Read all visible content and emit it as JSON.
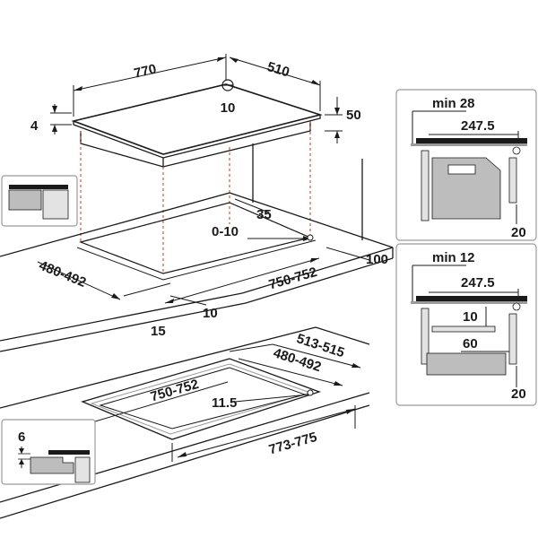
{
  "labels": {
    "top_width": "770",
    "top_depth": "510",
    "corner_radius": "10",
    "glass_thickness": "4",
    "total_height": "50",
    "edge_offset": "35",
    "clearance_range": "0-10",
    "wall_distance": "100",
    "cutout_depth": "480-492",
    "cutout_width": "750-752",
    "front_edge": "15",
    "front_gap": "10",
    "outer_width": "513-515",
    "recess_depth": "480-492",
    "recess_width": "750-752",
    "recess_offset": "11.5",
    "outer_length": "773-775",
    "flush_depth": "6",
    "panel1_min": "min 28",
    "panel1_depth": "247.5",
    "panel1_bottom": "20",
    "panel2_min": "min 12",
    "panel2_depth": "247.5",
    "panel2_gap": "10",
    "panel2_clear": "60",
    "panel2_bottom": "20"
  },
  "colors": {
    "line": "#1a1a1a",
    "guide": "#c0392b",
    "panel_gray": "#bdbdbd",
    "panel_light": "#e3e3e3",
    "frame": "#9a9a9a"
  }
}
